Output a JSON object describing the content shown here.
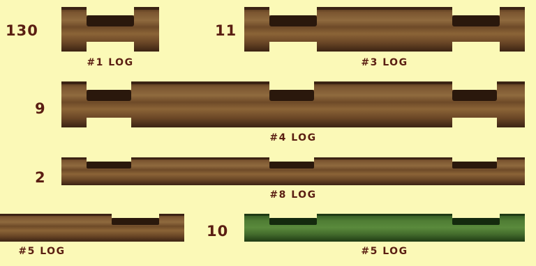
{
  "logs": [
    {
      "count": "130",
      "label": "#1 LOG",
      "color": "wood"
    },
    {
      "count": "11",
      "label": "#3 LOG",
      "color": "wood"
    },
    {
      "count": "9",
      "label": "#4 LOG",
      "color": "wood"
    },
    {
      "count": "2",
      "label": "#8 LOG",
      "color": "wood"
    },
    {
      "count": "",
      "label": "#5 LOG",
      "color": "wood"
    },
    {
      "count": "10",
      "label": "#5 LOG",
      "color": "green"
    }
  ],
  "colors": {
    "background": "#fbf9b7",
    "text": "#5a1e12",
    "wood_light": "#8b6437",
    "wood_dark": "#3b2313",
    "green_light": "#5a8a3c",
    "green_dark": "#1f3b14"
  }
}
